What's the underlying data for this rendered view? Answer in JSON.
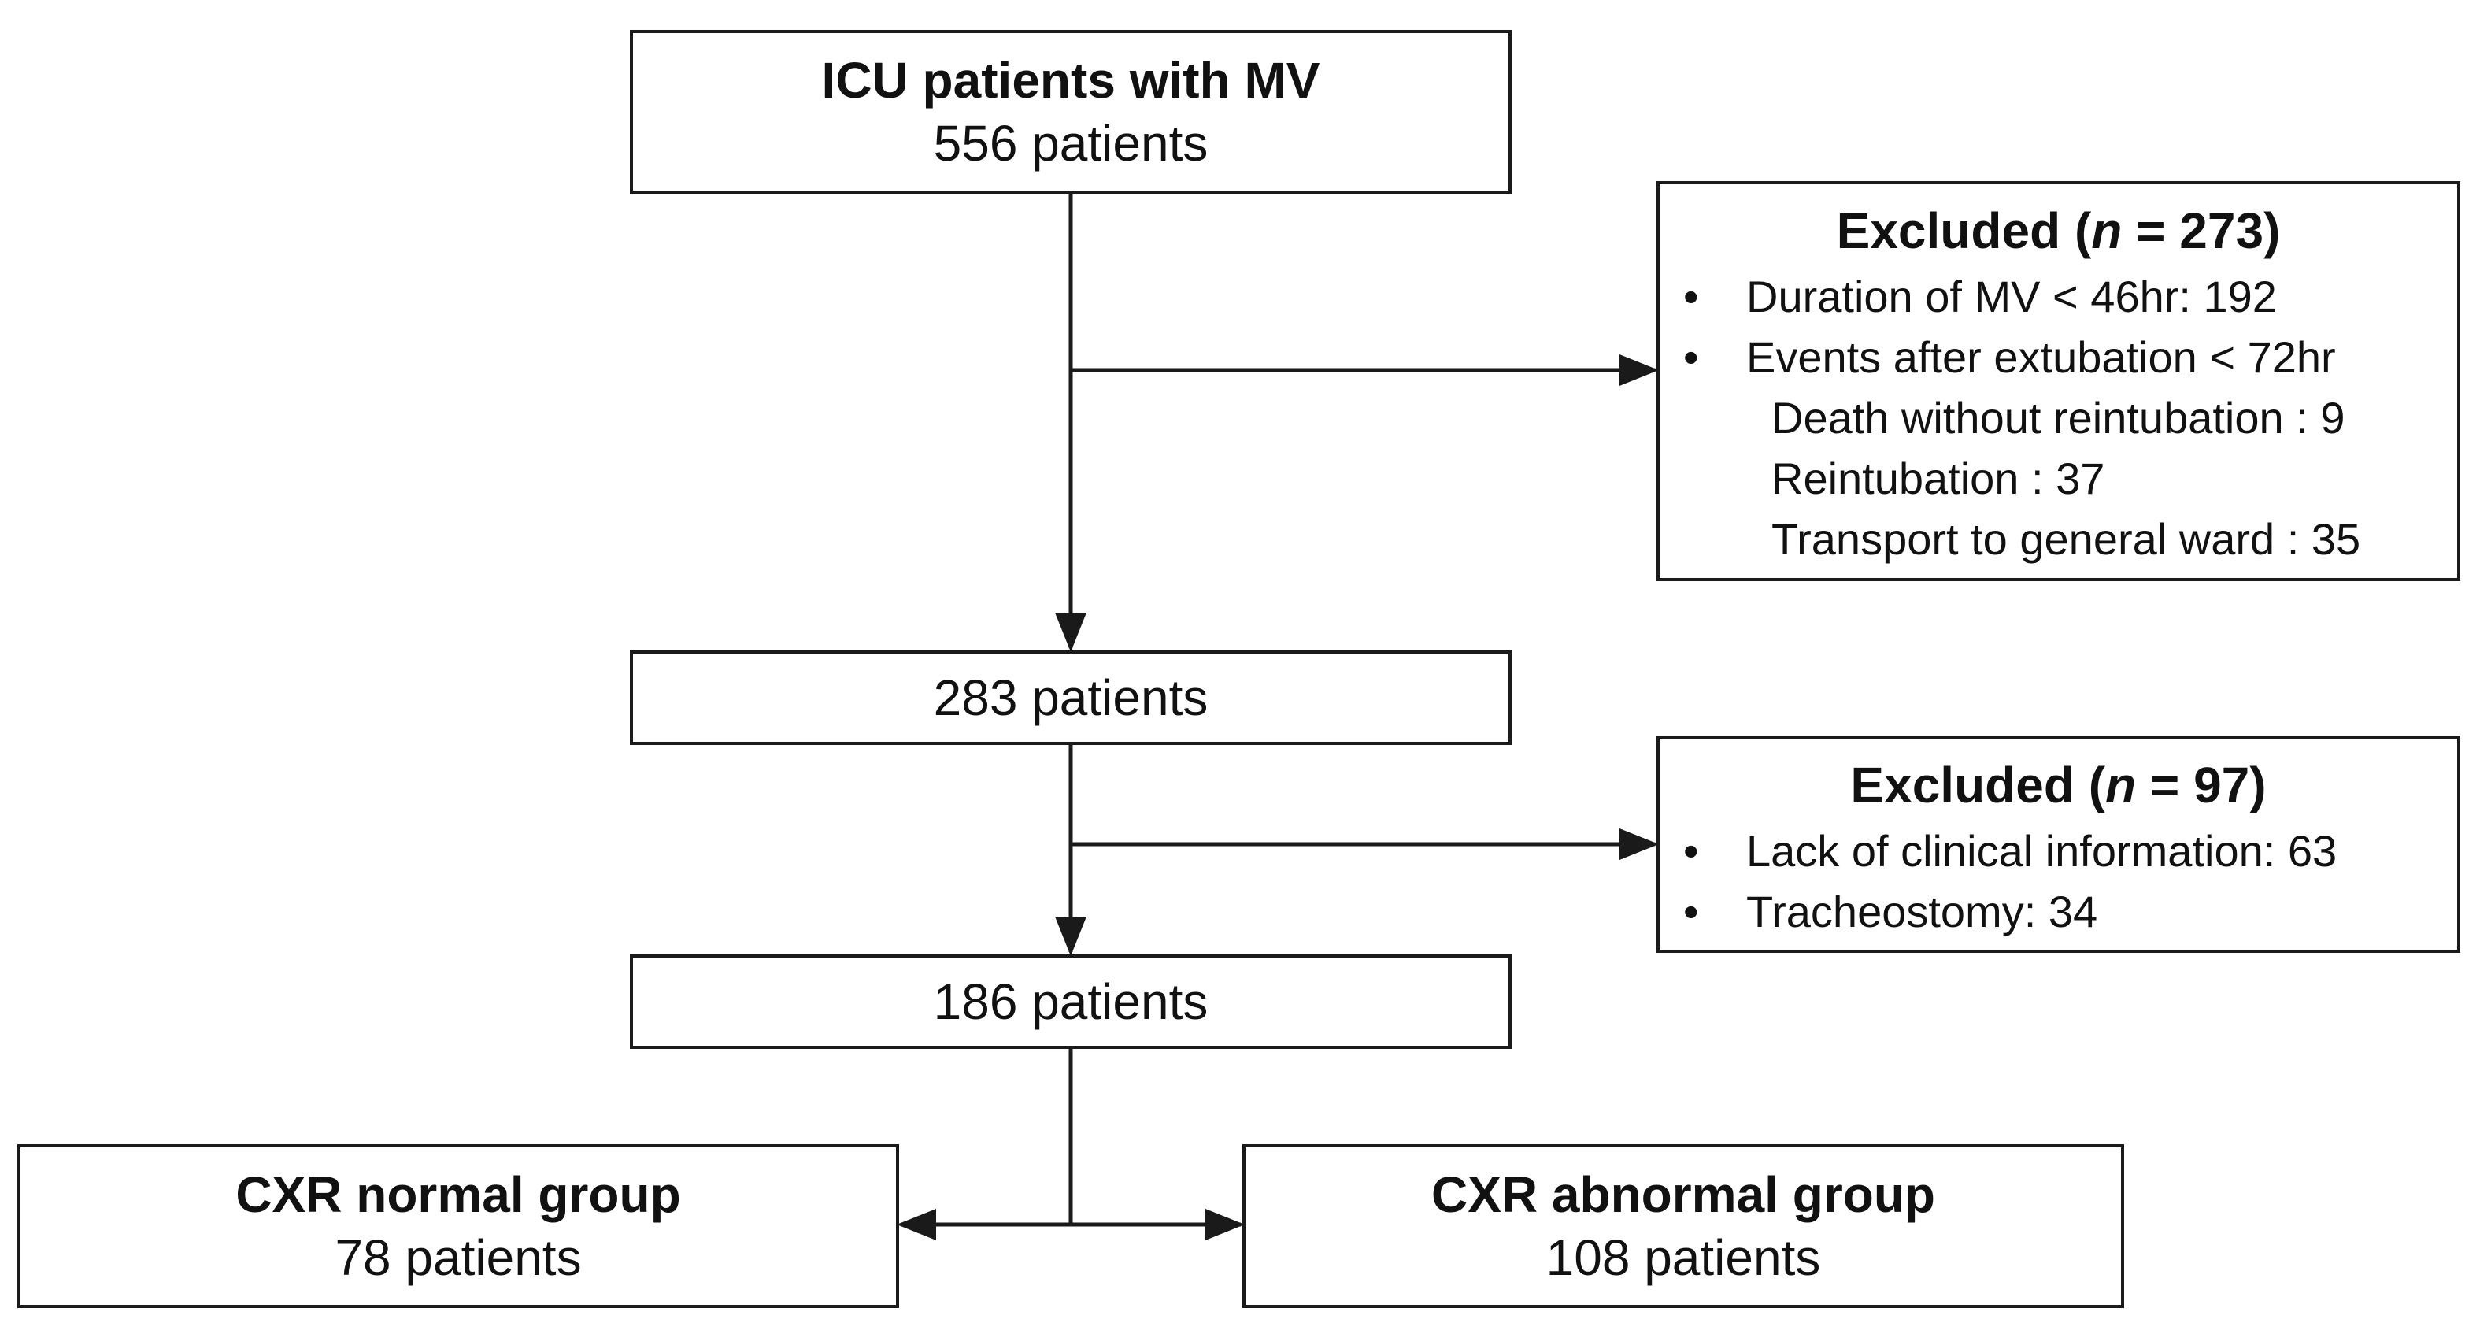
{
  "boxes": {
    "start": {
      "title": "ICU patients with MV",
      "count": "556 patients"
    },
    "after_first_exclusion": {
      "count": "283 patients"
    },
    "after_second_exclusion": {
      "count": "186 patients"
    },
    "normal_group": {
      "title": "CXR normal group",
      "count": "78 patients"
    },
    "abnormal_group": {
      "title": "CXR abnormal group",
      "count": "108 patients"
    }
  },
  "exclusions": {
    "first": {
      "title_prefix": "Excluded (",
      "title_var": "n",
      "title_suffix": " = 273)",
      "items": [
        {
          "text": "Duration of MV < 46hr: 192",
          "bullet": true
        },
        {
          "text": "Events after extubation < 72hr",
          "bullet": true
        },
        {
          "text": "Death without reintubation : 9",
          "bullet": false
        },
        {
          "text": "Reintubation : 37",
          "bullet": false
        },
        {
          "text": "Transport to general ward : 35",
          "bullet": false
        }
      ]
    },
    "second": {
      "title_prefix": "Excluded (",
      "title_var": "n",
      "title_suffix": " = 97)",
      "items": [
        {
          "text": "Lack of clinical information: 63",
          "bullet": true
        },
        {
          "text": "Tracheostomy: 34",
          "bullet": true
        }
      ]
    }
  },
  "colors": {
    "line": "#1a1a1a",
    "text": "#111111",
    "background": "#ffffff"
  }
}
